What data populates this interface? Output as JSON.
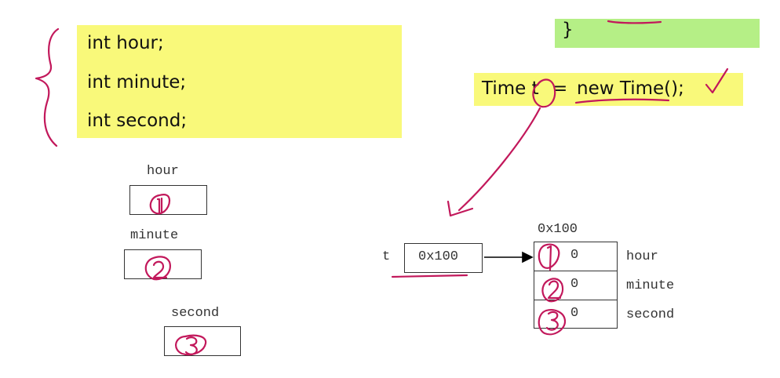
{
  "code_block": {
    "lines": [
      "int hour;",
      "int minute;",
      "int second;"
    ]
  },
  "closing_brace": "}",
  "statement": {
    "var_part": "Time t",
    "eq": "=",
    "new_part": "new Time();"
  },
  "left_vars": [
    {
      "label": "hour",
      "value": "1"
    },
    {
      "label": "minute",
      "value": "2"
    },
    {
      "label": "second",
      "value": "3"
    }
  ],
  "reference": {
    "var_label": "t",
    "value": "0x100"
  },
  "object": {
    "address": "0x100",
    "fields": [
      {
        "label": "hour",
        "value": "0",
        "mark": "1"
      },
      {
        "label": "minute",
        "value": "0",
        "mark": "2"
      },
      {
        "label": "second",
        "value": "0",
        "mark": "3"
      }
    ]
  },
  "colors": {
    "highlight_yellow": "#f9f97a",
    "highlight_green": "#b5ef86",
    "ink_magenta": "#c2185b",
    "box_border": "#333333"
  }
}
